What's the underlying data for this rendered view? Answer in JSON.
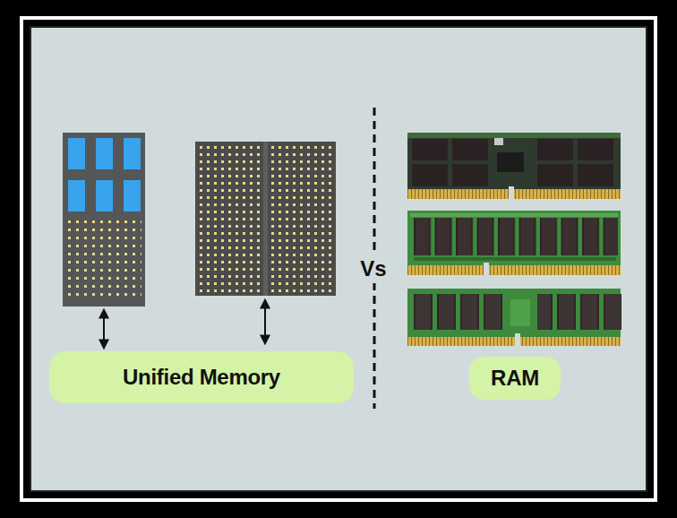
{
  "diagram": {
    "nodes": [
      {
        "text": [
          "Unified Memory"
        ]
      },
      {
        "text": [
          "RAM"
        ]
      }
    ],
    "labels": [
      "Vs"
    ]
  }
}
